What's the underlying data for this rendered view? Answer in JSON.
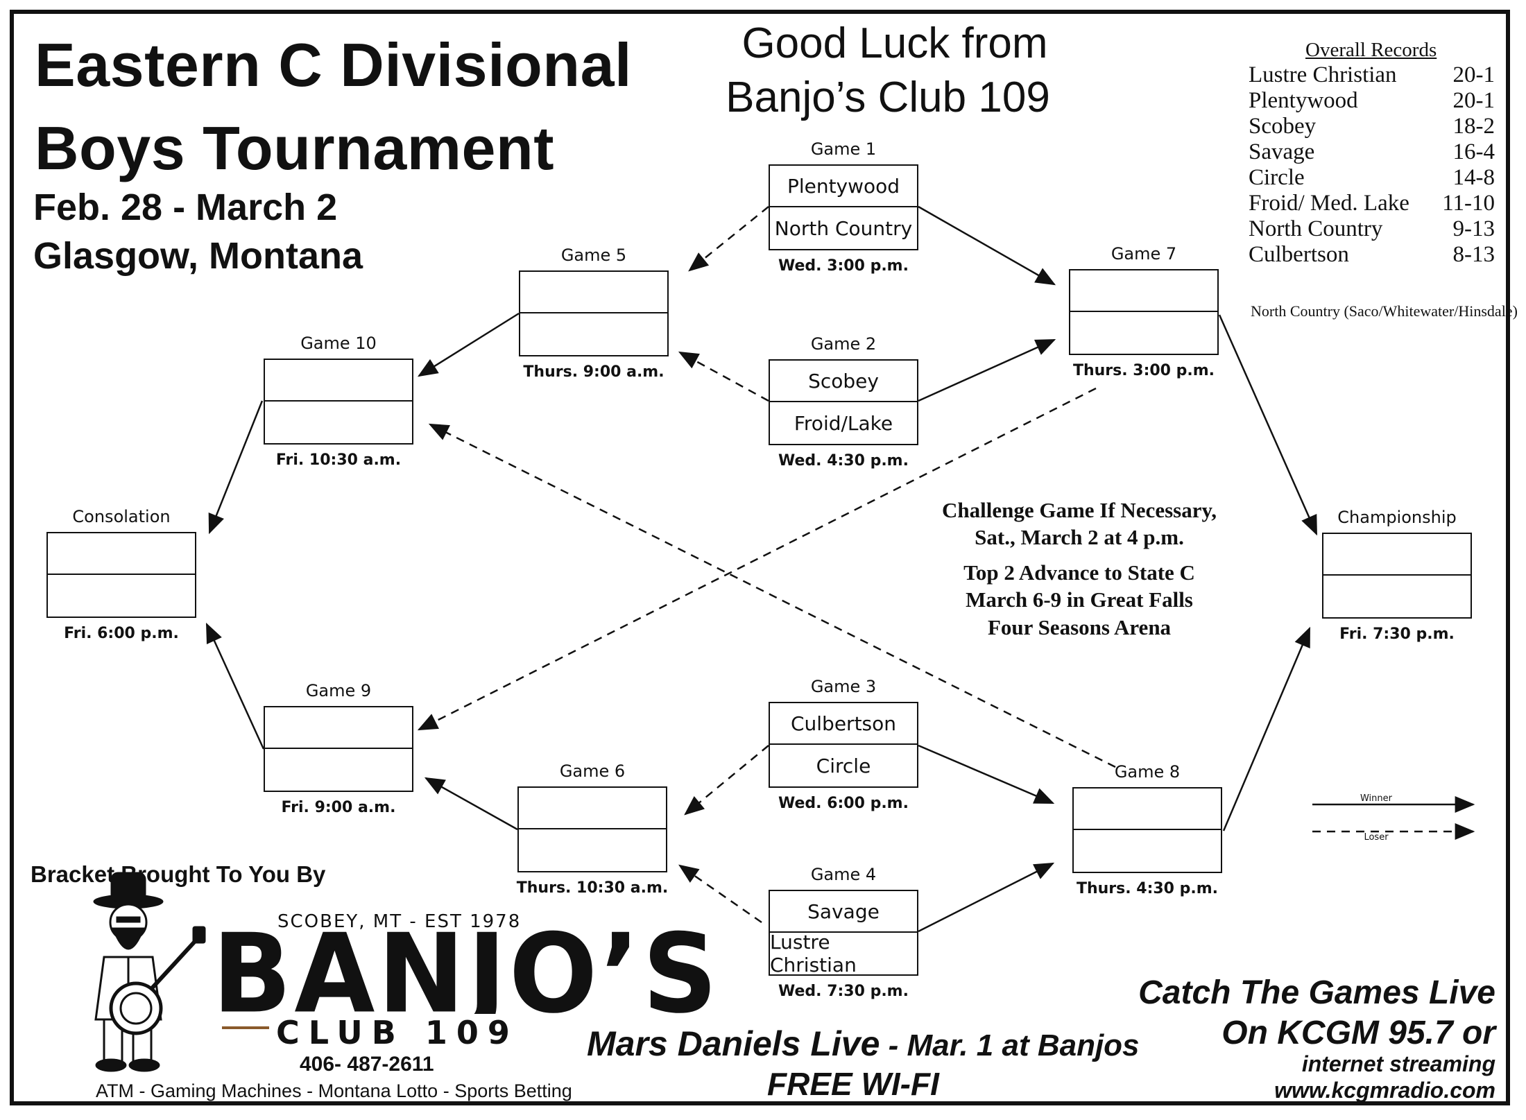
{
  "header": {
    "title_line1": "Eastern C Divisional",
    "title_line2": "Boys Tournament",
    "dates": "Feb. 28 - March 2",
    "location": "Glasgow, Montana",
    "good_luck_line1": "Good Luck from",
    "good_luck_line2": "Banjo’s Club 109"
  },
  "records": {
    "heading": "Overall Records",
    "teams": [
      {
        "team": "Lustre Christian",
        "record": "20-1"
      },
      {
        "team": "Plentywood",
        "record": "20-1"
      },
      {
        "team": "Scobey",
        "record": "18-2"
      },
      {
        "team": "Savage",
        "record": "16-4"
      },
      {
        "team": "Circle",
        "record": "14-8"
      },
      {
        "team": "Froid/ Med. Lake",
        "record": "11-10"
      },
      {
        "team": "North Country",
        "record": "9-13"
      },
      {
        "team": "Culbertson",
        "record": "8-13"
      }
    ],
    "note": "North Country (Saco/Whitewater/Hinsdale)"
  },
  "games": {
    "g1": {
      "label": "Game 1",
      "top": "Plentywood",
      "bottom": "North Country",
      "time": "Wed. 3:00 p.m."
    },
    "g2": {
      "label": "Game 2",
      "top": "Scobey",
      "bottom": "Froid/Lake",
      "time": "Wed. 4:30 p.m."
    },
    "g3": {
      "label": "Game 3",
      "top": "Culbertson",
      "bottom": "Circle",
      "time": "Wed. 6:00 p.m."
    },
    "g4": {
      "label": "Game 4",
      "top": "Savage",
      "bottom": "Lustre Christian",
      "time": "Wed. 7:30 p.m."
    },
    "g5": {
      "label": "Game 5",
      "top": "",
      "bottom": "",
      "time": "Thurs. 9:00 a.m."
    },
    "g6": {
      "label": "Game 6",
      "top": "",
      "bottom": "",
      "time": "Thurs. 10:30 a.m."
    },
    "g7": {
      "label": "Game 7",
      "top": "",
      "bottom": "",
      "time": "Thurs. 3:00 p.m."
    },
    "g8": {
      "label": "Game 8",
      "top": "",
      "bottom": "",
      "time": "Thurs. 4:30 p.m."
    },
    "g9": {
      "label": "Game 9",
      "top": "",
      "bottom": "",
      "time": "Fri. 9:00 a.m."
    },
    "g10": {
      "label": "Game 10",
      "top": "",
      "bottom": "",
      "time": "Fri. 10:30 a.m."
    },
    "cons": {
      "label": "Consolation",
      "top": "",
      "bottom": "",
      "time": "Fri. 6:00 p.m."
    },
    "champ": {
      "label": "Championship",
      "top": "",
      "bottom": "",
      "time": "Fri. 7:30 p.m."
    }
  },
  "notes": {
    "challenge_line1": "Challenge Game If Necessary,",
    "challenge_line2": "Sat., March 2 at 4 p.m.",
    "advance_line1": "Top 2 Advance to State C",
    "advance_line2": "March 6-9 in Great Falls",
    "advance_line3": "Four Seasons Arena"
  },
  "legend": {
    "winner": "Winner",
    "loser": "Loser"
  },
  "sponsor": {
    "brought_by": "Bracket Brought To You By",
    "tagline": "SCOBEY, MT - EST 1978",
    "name": "BANJO’S",
    "club": "CLUB 109",
    "phone": "406- 487-2611",
    "amenities": "ATM - Gaming Machines - Montana Lotto -  Sports Betting",
    "mars_a": "Mars Daniels Live",
    "mars_b": " - Mar. 1 at Banjos",
    "wifi": "FREE WI-FI"
  },
  "radio": {
    "line1": "Catch The Games Live",
    "line2": "On KCGM 95.7 or",
    "line3": "internet streaming",
    "url": "www.kcgmradio.com"
  },
  "colors": {
    "ink": "#111111",
    "accent_brown": "#8a5a2b"
  }
}
